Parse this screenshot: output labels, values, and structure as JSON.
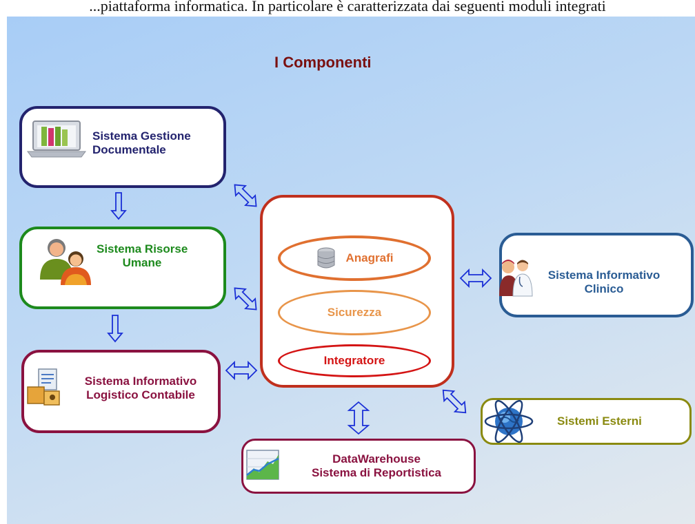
{
  "header_text": "...piattaforma informatica. In particolare è caratterizzata dai seguenti moduli integrati",
  "title": "I Componenti",
  "boxes": {
    "documentale": {
      "line1": "Sistema Gestione",
      "line2": "Documentale",
      "color": "#23236e",
      "icon": "laptop-documents-icon"
    },
    "risorse": {
      "line1": "Sistema Risorse",
      "line2": "Umane",
      "color": "#1d8a1d",
      "icon": "users-icon"
    },
    "logistico": {
      "line1": "Sistema Informativo",
      "line2": "Logistico Contabile",
      "color": "#8a1240",
      "icon": "logistics-boxes-icon"
    },
    "clinico": {
      "line1": "Sistema Informativo",
      "line2": "Clinico",
      "color": "#2a5c94",
      "icon": "doctor-patient-icon"
    },
    "esterni": {
      "line1": "Sistemi Esterni",
      "color": "#8a8a10",
      "icon": "globe-atom-icon"
    },
    "datawarehouse": {
      "line1": "DataWarehouse",
      "line2": "Sistema di Reportistica",
      "color": "#8a1240",
      "icon": "chart-icon"
    }
  },
  "center": {
    "color": "#c0301e",
    "anagrafi": {
      "label": "Anagrafi",
      "color": "#e07030",
      "icon": "database-icon"
    },
    "sicurezza": {
      "label": "Sicurezza",
      "color": "#e8954a"
    },
    "integratore": {
      "label": "Integratore",
      "color": "#d41414"
    }
  },
  "arrow_color": "#1a2fd6"
}
